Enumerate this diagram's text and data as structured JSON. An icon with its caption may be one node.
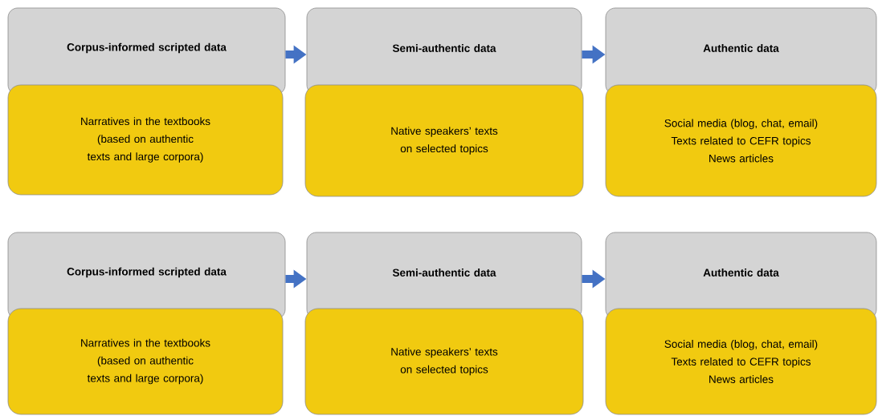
{
  "diagram": {
    "nodes": [
      {
        "text": [
          "Corpus-informed scripted data"
        ]
      },
      {
        "text": [
          "Semi-authentic data"
        ]
      },
      {
        "text": [
          "Authentic data"
        ]
      },
      {
        "text": [
          "Narratives in the textbooks (based on authentic texts and large corpora)"
        ]
      },
      {
        "text": [
          "Native speakers’ texts on selected topics"
        ]
      },
      {
        "text": [
          "Social media (blog, chat, email)",
          "Texts related to CEFR topics",
          "News articles"
        ]
      },
      {
        "text": [
          "Corpus-informed scripted data"
        ]
      },
      {
        "text": [
          "Semi-authentic data"
        ]
      },
      {
        "text": [
          "Authentic data"
        ]
      },
      {
        "text": [
          "Narratives in the textbooks (based on authentic texts and large corpora)"
        ]
      },
      {
        "text": [
          "Native speakers’ texts on selected topics"
        ]
      },
      {
        "text": [
          "Social media (blog, chat, email)",
          "Texts related to CEFR topics",
          "News articles"
        ]
      }
    ],
    "edges": [
      {
        "from": 0,
        "to": 1,
        "arrow": "to"
      },
      {
        "from": 1,
        "to": 2,
        "arrow": "to"
      },
      {
        "from": 6,
        "to": 7,
        "arrow": "to"
      },
      {
        "from": 7,
        "to": 8,
        "arrow": "to"
      }
    ]
  }
}
